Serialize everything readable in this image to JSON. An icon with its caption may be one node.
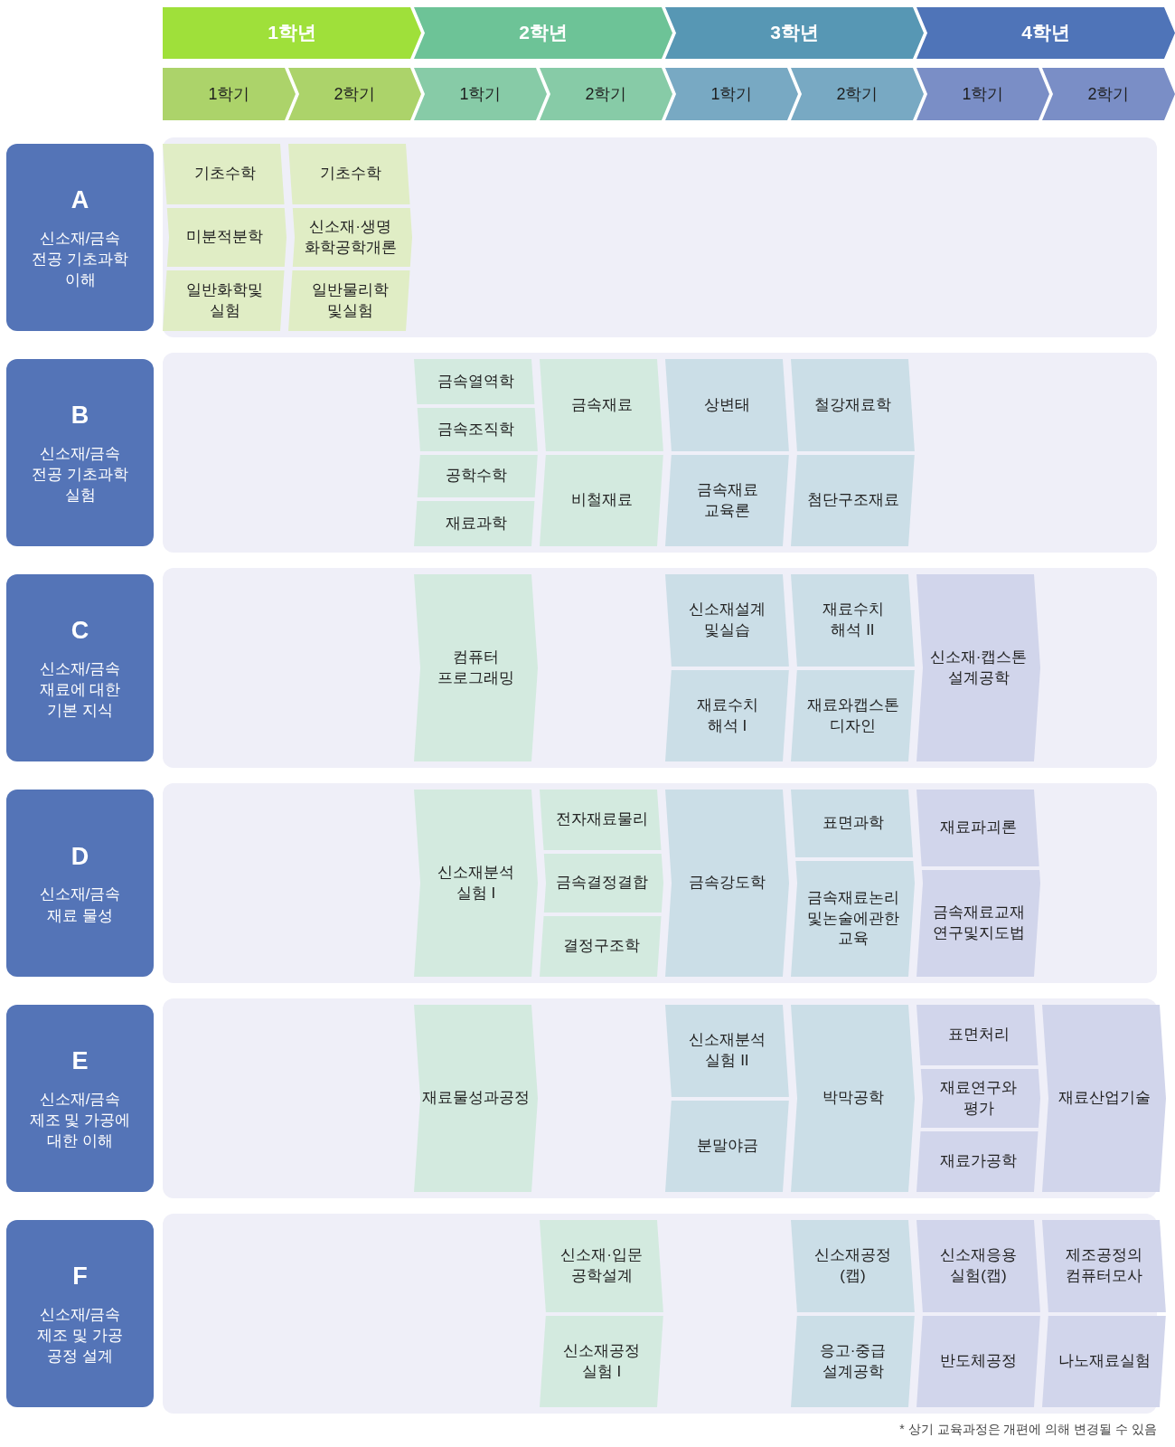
{
  "diagram": {
    "nodes": [
      {
        "text": [
          "1학년"
        ]
      },
      {
        "text": [
          "2학년"
        ]
      },
      {
        "text": [
          "3학년"
        ]
      },
      {
        "text": [
          "4학년"
        ]
      },
      {
        "text": [
          "1학기"
        ]
      },
      {
        "text": [
          "2학기"
        ]
      },
      {
        "text": [
          "1학기"
        ]
      },
      {
        "text": [
          "2학기"
        ]
      },
      {
        "text": [
          "1학기"
        ]
      },
      {
        "text": [
          "2학기"
        ]
      },
      {
        "text": [
          "1학기"
        ]
      },
      {
        "text": [
          "2학기"
        ]
      },
      {
        "text": [
          "A",
          "신소재/금속 전공 기초과학 이해"
        ]
      },
      {
        "text": [
          "기초수학"
        ]
      },
      {
        "text": [
          "미분적분학"
        ]
      },
      {
        "text": [
          "일반화학및 실험"
        ]
      },
      {
        "text": [
          "기초수학"
        ]
      },
      {
        "text": [
          "신소재·생명 화학공학개론"
        ]
      },
      {
        "text": [
          "일반물리학 및실험"
        ]
      },
      {
        "text": [
          "B",
          "신소재/금속 전공 기초과학 실험"
        ]
      },
      {
        "text": [
          "금속열역학"
        ]
      },
      {
        "text": [
          "금속조직학"
        ]
      },
      {
        "text": [
          "공학수학"
        ]
      },
      {
        "text": [
          "재료과학"
        ]
      },
      {
        "text": [
          "금속재료"
        ]
      },
      {
        "text": [
          "비철재료"
        ]
      },
      {
        "text": [
          "상변태"
        ]
      },
      {
        "text": [
          "금속재료 교육론"
        ]
      },
      {
        "text": [
          "철강재료학"
        ]
      },
      {
        "text": [
          "첨단구조재료"
        ]
      },
      {
        "text": [
          "C",
          "신소재/금속 재료에 대한 기본 지식"
        ]
      },
      {
        "text": [
          "컴퓨터 프로그래밍"
        ]
      },
      {
        "text": [
          "신소재설계 및실습"
        ]
      },
      {
        "text": [
          "재료수치 해석 I"
        ]
      },
      {
        "text": [
          "재료수치 해석 II"
        ]
      },
      {
        "text": [
          "재료와캡스톤 디자인"
        ]
      },
      {
        "text": [
          "신소재·캡스톤 설계공학"
        ]
      },
      {
        "text": [
          "D",
          "신소재/금속 재료 물성"
        ]
      },
      {
        "text": [
          "신소재분석 실험 I"
        ]
      },
      {
        "text": [
          "전자재료물리"
        ]
      },
      {
        "text": [
          "금속결정결합"
        ]
      },
      {
        "text": [
          "결정구조학"
        ]
      },
      {
        "text": [
          "금속강도학"
        ]
      },
      {
        "text": [
          "표면과학"
        ]
      },
      {
        "text": [
          "금속재료논리 및논술에관한 교육"
        ]
      },
      {
        "text": [
          "재료파괴론"
        ]
      },
      {
        "text": [
          "금속재료교재 연구및지도법"
        ]
      },
      {
        "text": [
          "E",
          "신소재/금속 제조 및 가공에 대한 이해"
        ]
      },
      {
        "text": [
          "재료물성과공정"
        ]
      },
      {
        "text": [
          "신소재분석 실험 II"
        ]
      },
      {
        "text": [
          "분말야금"
        ]
      },
      {
        "text": [
          "박막공학"
        ]
      },
      {
        "text": [
          "표면처리"
        ]
      },
      {
        "text": [
          "재료연구와 평가"
        ]
      },
      {
        "text": [
          "재료가공학"
        ]
      },
      {
        "text": [
          "재료산업기술"
        ]
      },
      {
        "text": [
          "F",
          "신소재/금속 제조 및 가공 공정 설계"
        ]
      },
      {
        "text": [
          "신소재·입문 공학설계"
        ]
      },
      {
        "text": [
          "신소재공정 실험 I"
        ]
      },
      {
        "text": [
          "신소재공정 (캡)"
        ]
      },
      {
        "text": [
          "응고·중급 설계공학"
        ]
      },
      {
        "text": [
          "신소재응용 실험(캡)"
        ]
      },
      {
        "text": [
          "반도체공정"
        ]
      },
      {
        "text": [
          "제조공정의 컴퓨터모사"
        ]
      },
      {
        "text": [
          "나노재료실험"
        ]
      }
    ],
    "labels": [
      "* 상기 교육과정은 개편에 의해 변경될 수 있음"
    ]
  }
}
